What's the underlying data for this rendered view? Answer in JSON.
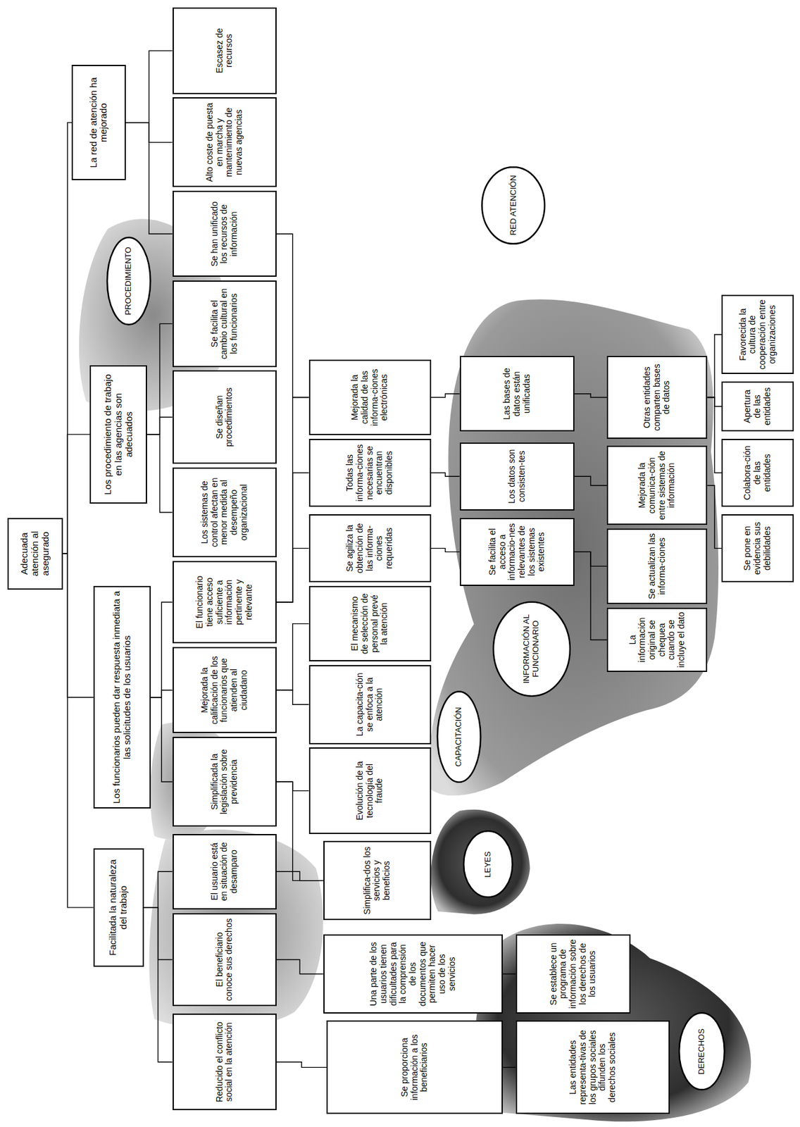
{
  "diagram": {
    "nodes": [
      {
        "text": [
          "Adecuada atención al asegurado"
        ]
      },
      {
        "text": [
          "Facilitada la naturaleza del trabajo"
        ]
      },
      {
        "text": [
          "Los funcionarios pueden dar respuesta inmediata a las solicitudes de los usuarios"
        ]
      },
      {
        "text": [
          "Los procedimiento de trabajo en las agencias son adecuados"
        ]
      },
      {
        "text": [
          "La red de atención ha mejorado"
        ]
      },
      {
        "text": [
          "PROCEDIMIENTO"
        ]
      },
      {
        "text": [
          "Reducido el conflicto social en la atención"
        ]
      },
      {
        "text": [
          "El beneficiario conoce sus derechos"
        ]
      },
      {
        "text": [
          "El usuario está en situación de desamparo"
        ]
      },
      {
        "text": [
          "Simplificada la legislación sobre previdencia"
        ]
      },
      {
        "text": [
          "Mejorada la calificación de los funcionarios que atienden al ciudadano"
        ]
      },
      {
        "text": [
          "El funcionario tiene acceso suficiente a información pertinente y relevante"
        ]
      },
      {
        "text": [
          "Los sistemas de control afectan en menor medida al desempeño organizacional"
        ]
      },
      {
        "text": [
          "Se diseñan procedimientos"
        ]
      },
      {
        "text": [
          "Se facilita el cambio cultural en los funcionarios"
        ]
      },
      {
        "text": [
          "Se han unificado los recursos de información"
        ]
      },
      {
        "text": [
          "Alto coste de puesta en marcha y mantenimiento de nuevas agencias"
        ]
      },
      {
        "text": [
          "Escasez de recursos"
        ]
      },
      {
        "text": [
          "Se proporciona información a los beneficiarios"
        ]
      },
      {
        "text": [
          "Una parte de los usuarios tienen dificultades para la comprensión de los documentos que permiten hacer uso de los servicios"
        ]
      },
      {
        "text": [
          "Simplifica-dos los servicios y beneficios"
        ]
      },
      {
        "text": [
          "Evolución de la tecnología del fraude"
        ]
      },
      {
        "text": [
          "La capacita-ción se enfoca a la atención"
        ]
      },
      {
        "text": [
          "El mecanismo de selección de personal prevé la atención"
        ]
      },
      {
        "text": [
          "Se agiliza la obtención de las informa-ciones requeridas"
        ]
      },
      {
        "text": [
          "Todas las informa-ciones necesarias se encuentran disponibles"
        ]
      },
      {
        "text": [
          "Mejorada la calidad de las informa-ciones electrónicas"
        ]
      },
      {
        "text": [
          "LEYES"
        ]
      },
      {
        "text": [
          "CAPACITACIÓN"
        ]
      },
      {
        "text": [
          "RED ATENCIÓN"
        ]
      },
      {
        "text": [
          "Se facilita el acceso a informacio-nes relevantes de los sistemas existentes"
        ]
      },
      {
        "text": [
          "Los datos son consisten-tes"
        ]
      },
      {
        "text": [
          "Las bases de datos están unificadas"
        ]
      },
      {
        "text": [
          "INFORMACIÓN AL FUNCIONARIO"
        ]
      },
      {
        "text": [
          "La información original se chequea cuando se incluye el dato"
        ]
      },
      {
        "text": [
          "Se actualizan las informa-ciones"
        ]
      },
      {
        "text": [
          "Mejorada la comunica-ción entre sistemas de información"
        ]
      },
      {
        "text": [
          "Otras entidades comparten bases de datos"
        ]
      },
      {
        "text": [
          "Las entidades representa-tivas de los grupos sociales difunden los derechos sociales"
        ]
      },
      {
        "text": [
          "Se establece un programa de información sobre los derechos de los usuarios"
        ]
      },
      {
        "text": [
          "DERECHOS"
        ]
      },
      {
        "text": [
          "Se pone en evidencia sus debilidades"
        ]
      },
      {
        "text": [
          "Colabora-ción de las entidades"
        ]
      },
      {
        "text": [
          "Apertura de las entidades"
        ]
      },
      {
        "text": [
          "Favorecida la cultura de cooperación entre organizaciones"
        ]
      }
    ],
    "edges": [
      {
        "from": 0,
        "to": 1,
        "arrow": "none"
      },
      {
        "from": 0,
        "to": 2,
        "arrow": "none"
      },
      {
        "from": 0,
        "to": 3,
        "arrow": "none"
      },
      {
        "from": 0,
        "to": 4,
        "arrow": "none"
      },
      {
        "from": 1,
        "to": 6,
        "arrow": "none"
      },
      {
        "from": 1,
        "to": 7,
        "arrow": "none"
      },
      {
        "from": 1,
        "to": 8,
        "arrow": "none"
      },
      {
        "from": 2,
        "to": 9,
        "arrow": "none"
      },
      {
        "from": 2,
        "to": 10,
        "arrow": "none"
      },
      {
        "from": 2,
        "to": 11,
        "arrow": "none"
      },
      {
        "from": 3,
        "to": 12,
        "arrow": "none"
      },
      {
        "from": 3,
        "to": 13,
        "arrow": "none"
      },
      {
        "from": 3,
        "to": 14,
        "arrow": "none"
      },
      {
        "from": 4,
        "to": 15,
        "arrow": "none"
      },
      {
        "from": 4,
        "to": 16,
        "arrow": "none"
      },
      {
        "from": 4,
        "to": 17,
        "arrow": "none"
      },
      {
        "from": 6,
        "to": 18,
        "arrow": "none"
      },
      {
        "from": 7,
        "to": 19,
        "arrow": "none"
      },
      {
        "from": 8,
        "to": 20,
        "arrow": "none"
      },
      {
        "from": 9,
        "to": 20,
        "arrow": "none"
      },
      {
        "from": 9,
        "to": 21,
        "arrow": "none"
      },
      {
        "from": 10,
        "to": 22,
        "arrow": "none"
      },
      {
        "from": 10,
        "to": 23,
        "arrow": "none"
      },
      {
        "from": 11,
        "to": 24,
        "arrow": "none"
      },
      {
        "from": 11,
        "to": 25,
        "arrow": "none"
      },
      {
        "from": 11,
        "to": 26,
        "arrow": "none"
      },
      {
        "from": 15,
        "to": 26,
        "arrow": "none"
      },
      {
        "from": 24,
        "to": 30,
        "arrow": "none"
      },
      {
        "from": 25,
        "to": 31,
        "arrow": "none"
      },
      {
        "from": 26,
        "to": 32,
        "arrow": "none"
      },
      {
        "from": 30,
        "to": 34,
        "arrow": "none"
      },
      {
        "from": 30,
        "to": 35,
        "arrow": "none"
      },
      {
        "from": 31,
        "to": 36,
        "arrow": "none"
      },
      {
        "from": 32,
        "to": 37,
        "arrow": "none"
      },
      {
        "from": 37,
        "to": 42,
        "arrow": "none"
      },
      {
        "from": 37,
        "to": 43,
        "arrow": "none"
      },
      {
        "from": 37,
        "to": 44,
        "arrow": "none"
      },
      {
        "from": 36,
        "to": 41,
        "arrow": "none"
      },
      {
        "from": 18,
        "to": 38,
        "arrow": "none"
      },
      {
        "from": 19,
        "to": 39,
        "arrow": "none"
      }
    ]
  }
}
